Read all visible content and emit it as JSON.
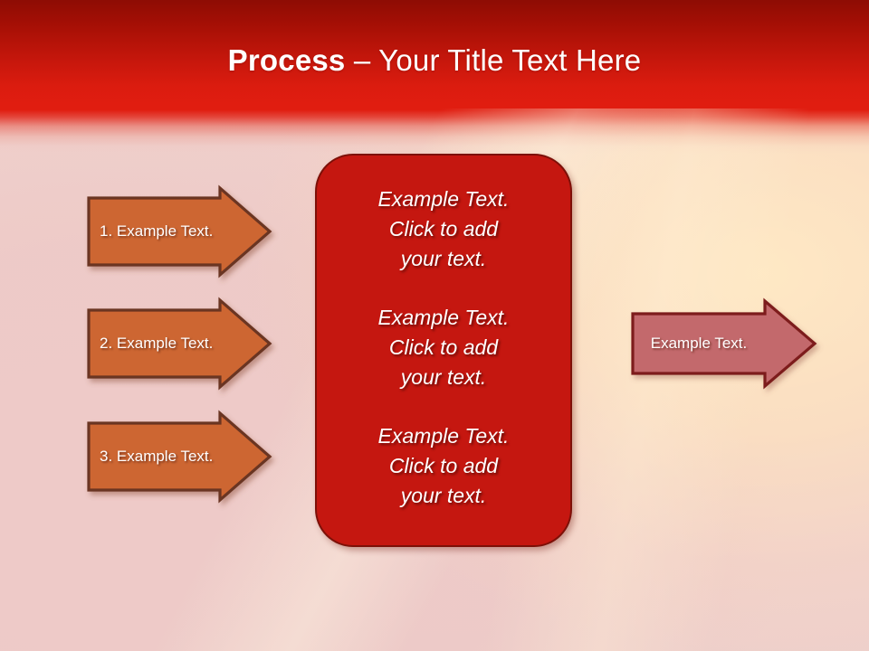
{
  "slide": {
    "title_bold": "Process",
    "title_rest": " – Your Title Text Here",
    "colors": {
      "header_top": "#8e0c04",
      "header_bright": "#e01d10",
      "panel_fill": "#c51710",
      "panel_border": "#7d1008",
      "step_arrow_fill": "#cd6630",
      "step_arrow_border": "#6b3423",
      "result_arrow_fill": "#c3696c",
      "result_arrow_border": "#7d1f1c",
      "background_pink": "#eecfca",
      "background_cream": "#ffe9c4",
      "text_white": "#ffffff"
    }
  },
  "steps": [
    {
      "label": "1. Example Text."
    },
    {
      "label": "2. Example Text."
    },
    {
      "label": "3. Example Text."
    }
  ],
  "panel": {
    "blocks": [
      {
        "text": "Example Text.\nClick  to add\nyour text."
      },
      {
        "text": "Example Text.\nClick  to add\nyour text."
      },
      {
        "text": "Example Text.\nClick  to add\nyour text."
      }
    ]
  },
  "result": {
    "label": "Example Text."
  }
}
